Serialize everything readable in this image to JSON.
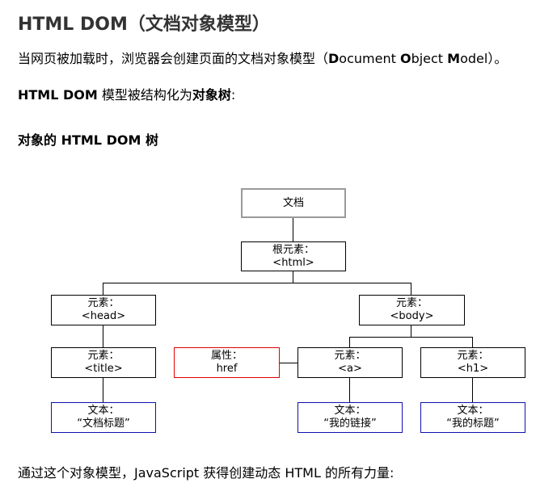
{
  "title": "HTML DOM（文档对象模型）",
  "intro": {
    "prefix": "当网页被加载时，浏览器会创建页面的文档对象模型（",
    "d_bold": "D",
    "d_rest": "ocument ",
    "o_bold": "O",
    "o_rest": "bject ",
    "m_bold": "M",
    "m_rest": "odel",
    "suffix": "）。"
  },
  "structure": {
    "bold_start": "HTML DOM",
    "middle": " 模型被结构化为",
    "bold_end": "对象树",
    "colon": ":"
  },
  "subheading": "对象的 HTML DOM 树",
  "diagram": {
    "document": "文档",
    "root": {
      "label": "根元素：",
      "tag": "<html>"
    },
    "head": {
      "label": "元素：",
      "tag": "<head>"
    },
    "body": {
      "label": "元素：",
      "tag": "<body>"
    },
    "title_el": {
      "label": "元素：",
      "tag": "<title>"
    },
    "attr": {
      "label": "属性：",
      "value": "href"
    },
    "a_el": {
      "label": "元素：",
      "tag": "<a>"
    },
    "h1_el": {
      "label": "元素：",
      "tag": "<h1>"
    },
    "text_title": {
      "label": "文本：",
      "value": "“文档标题”"
    },
    "text_a": {
      "label": "文本：",
      "value": "“我的链接”"
    },
    "text_h1": {
      "label": "文本：",
      "value": "“我的标题”"
    }
  },
  "footer": "通过这个对象模型，JavaScript 获得创建动态 HTML 的所有力量:"
}
